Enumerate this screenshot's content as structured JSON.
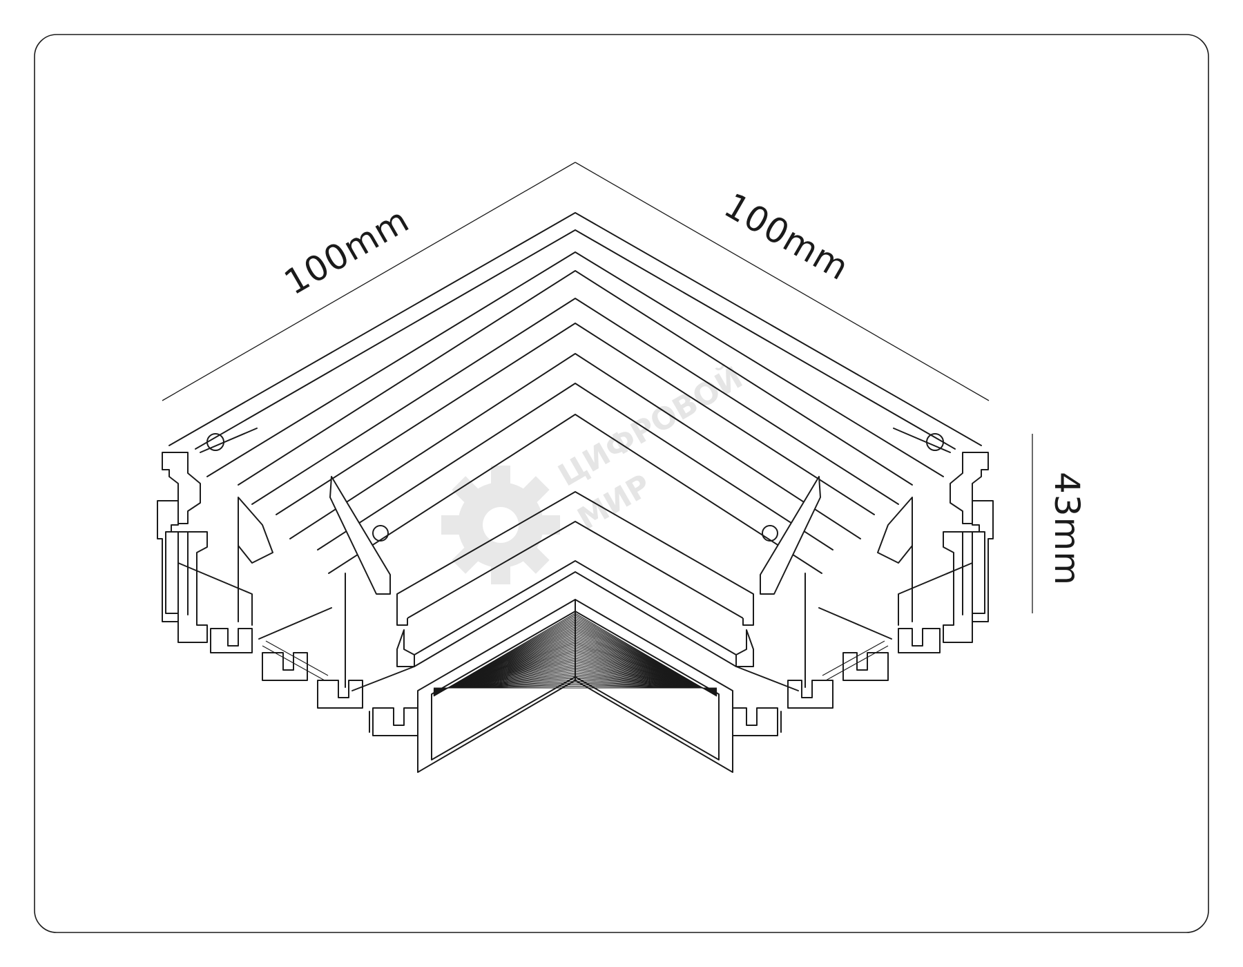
{
  "dimensions": {
    "left_length": "100mm",
    "right_length": "100mm",
    "height": "43mm"
  },
  "watermark": {
    "line1": "ЦИФРОВОЙ",
    "line2": "МИР",
    "icon": "gear-icon"
  },
  "colors": {
    "line": "#1a1a1a",
    "background": "#ffffff",
    "watermark": "#e3e3e3"
  }
}
